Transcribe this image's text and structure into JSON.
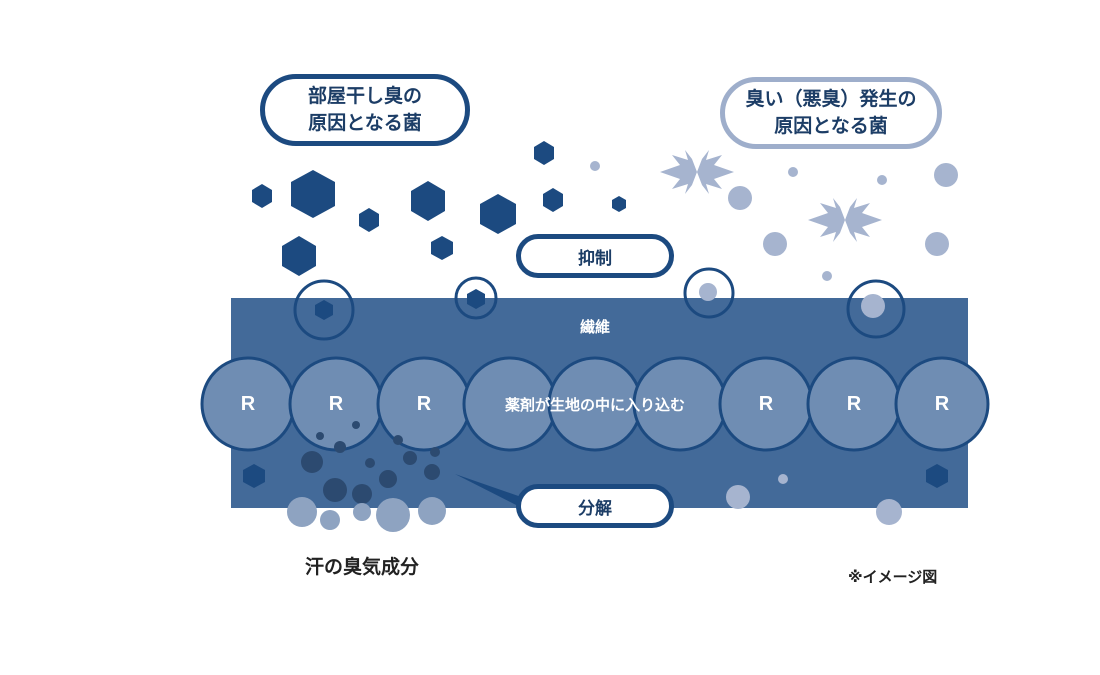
{
  "labels": {
    "bacteria_dark_line1": "部屋干し臭の",
    "bacteria_dark_line2": "原因となる菌",
    "bacteria_light_line1": "臭い（悪臭）発生の",
    "bacteria_light_line2": "原因となる菌",
    "suppress": "抑制",
    "fiber": "繊維",
    "agent_penetrates": "薬剤が生地の中に入り込む",
    "decompose": "分解",
    "sweat_odor": "汗の臭気成分",
    "image_note": "※イメージ図",
    "r_marker": "R"
  },
  "colors": {
    "fiber_band": "#436a99",
    "circle_fill": "#6f8db3",
    "circle_stroke": "#1c4a80",
    "dark_bacteria": "#1c4a80",
    "light_bacteria": "#a6b4cf",
    "sweat_particle": "#2c4a70"
  }
}
